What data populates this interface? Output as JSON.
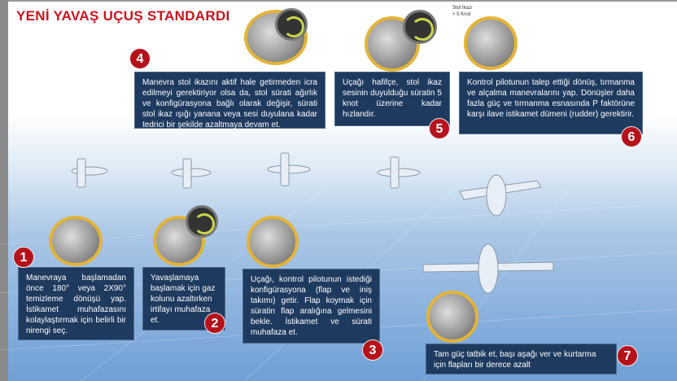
{
  "title": "YENİ YAVAŞ UÇUŞ STANDARDI",
  "stall_note": {
    "line1": "Stol İkazı",
    "line2": "+ 5 Knot"
  },
  "steps": [
    {
      "number": "1",
      "text": "Manevraya başlamadan önce 180° veya 2X90° temizleme dönüşü yap. İstikamet muhafazasını kolaylaştırmak için belirli bir nirengi seç."
    },
    {
      "number": "2",
      "text": "Yavaşlamaya başlamak için gaz kolunu azaltırken irtifayı muhafaza et."
    },
    {
      "number": "3",
      "text": "Uçağı, kontrol pilotunun istediği konfigürasyona (flap ve iniş takımı) getir. Flap koymak için süratin flap aralığına gelmesini bekle. İstikamet ve sürati muhafaza et."
    },
    {
      "number": "4",
      "text": "Manevra stol ikazını aktif hale getirmeden icra edilmeyi gerektiriyor olsa da, stol sürati ağırlık ve konfigürasyona bağlı olarak değişir, sürati stol ikaz ışığı yanana veya sesi duyulana kadar tedrici bir şekilde azaltmaya devam et."
    },
    {
      "number": "5",
      "text": "Uçağı hafifçe, stol ikaz sesinin duyulduğu süratin 5 knot üzerine kadar hızlandır."
    },
    {
      "number": "6",
      "text": "Kontrol pilotunun talep ettiği dönüş, tırmanma ve alçalma manevralarını yap. Dönüşler daha fazla güç ve tırmanma esnasında P faktörüne karşı ilave istikamet dümeni (rudder) gerektirir."
    },
    {
      "number": "7",
      "text": "Tam güç tatbik et, başı aşağı ver ve kurtarma için flapları bir derece azalt"
    }
  ],
  "colors": {
    "title": "#c8141c",
    "box": "#1f3a5f",
    "badge": "#b5121b",
    "ring": "#e2b43a"
  }
}
